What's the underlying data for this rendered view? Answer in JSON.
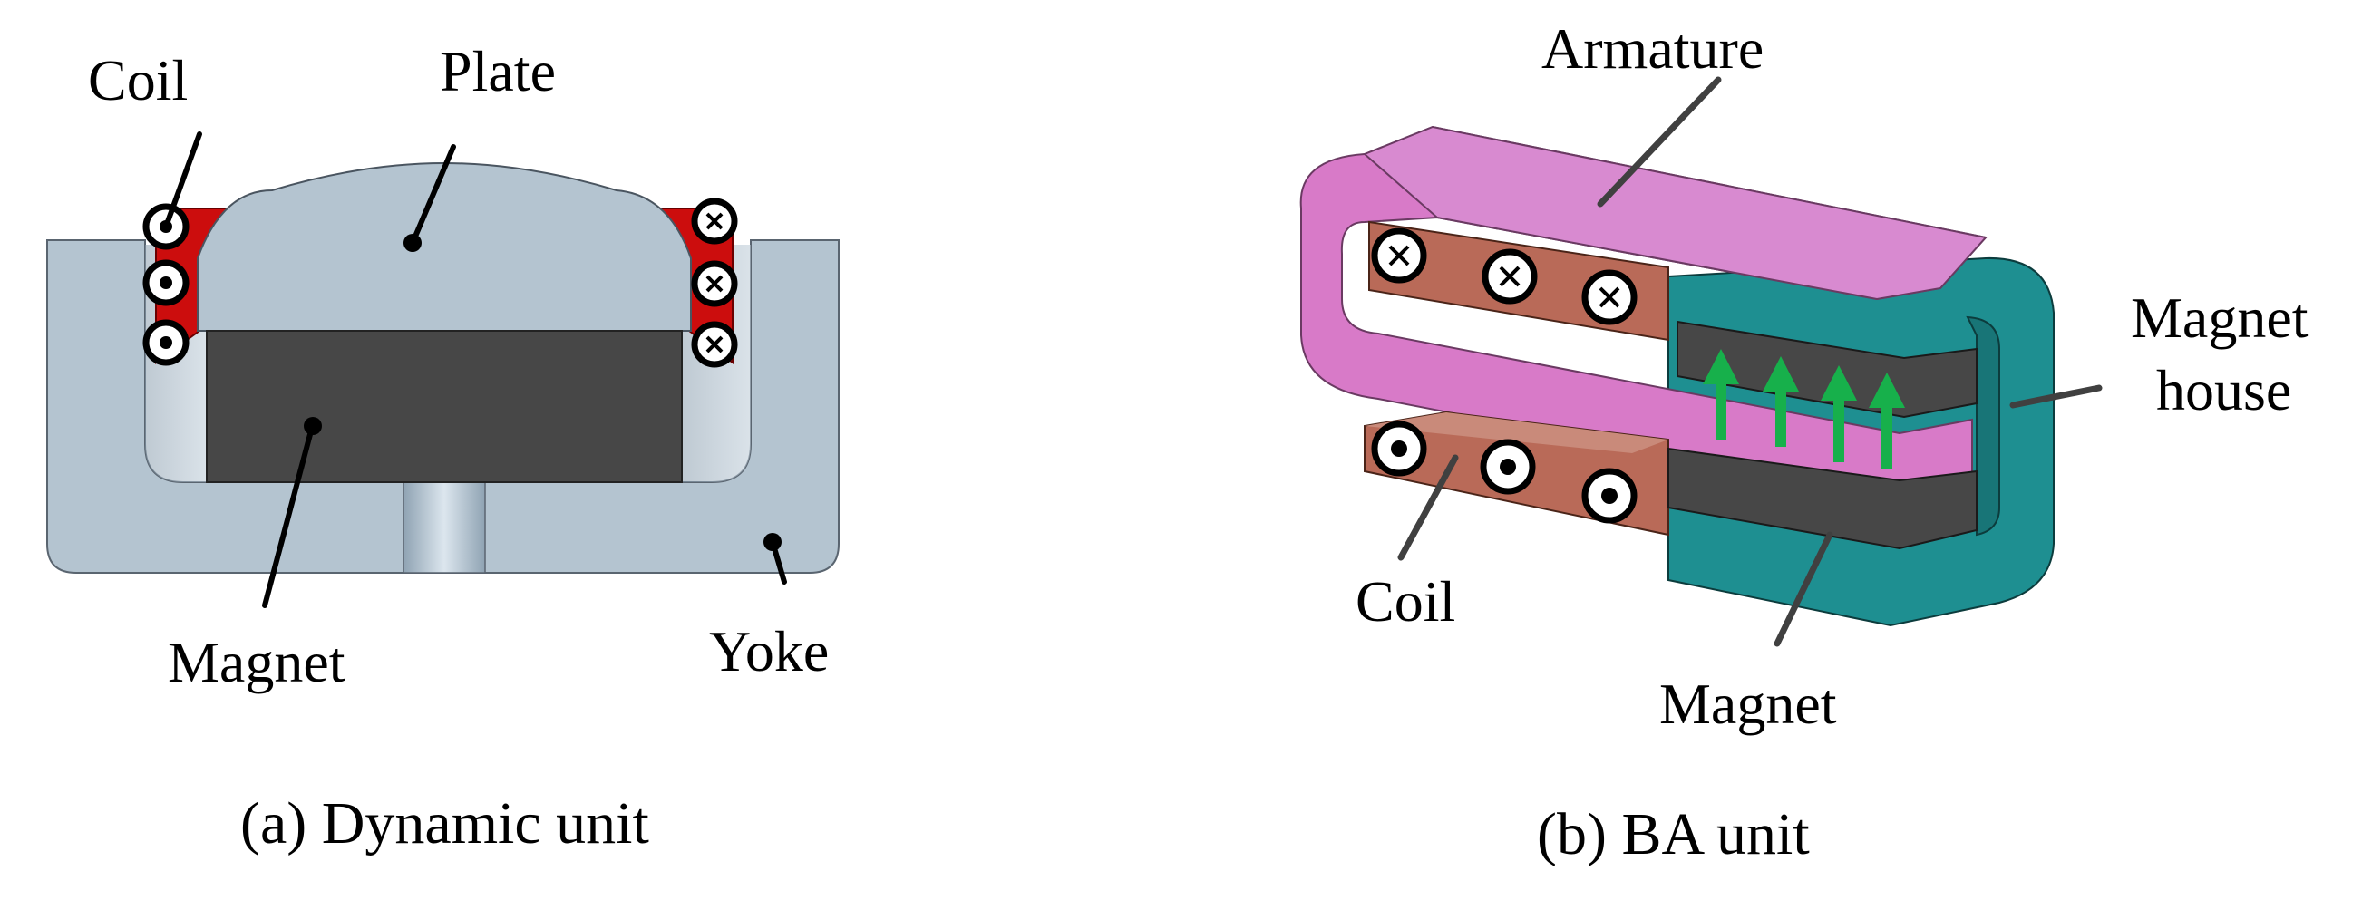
{
  "panel_a": {
    "labels": {
      "coil": "Coil",
      "plate": "Plate",
      "magnet": "Magnet",
      "yoke": "Yoke"
    },
    "caption": "(a) Dynamic unit"
  },
  "panel_b": {
    "labels": {
      "armature": "Armature",
      "magnet_house_line1": "Magnet",
      "magnet_house_line2": "house",
      "coil": "Coil",
      "magnet": "Magnet"
    },
    "caption": "(b) BA unit"
  },
  "colors": {
    "yoke": "#b4c4d0",
    "plate": "#b4c4d0",
    "magnet_dark": "#474747",
    "coil_red": "#cc0d0d",
    "armature": "#d87ac8",
    "coil_copper": "#b96a58",
    "magnet_house": "#1e8f91",
    "flux_arrow": "#17b04b"
  }
}
